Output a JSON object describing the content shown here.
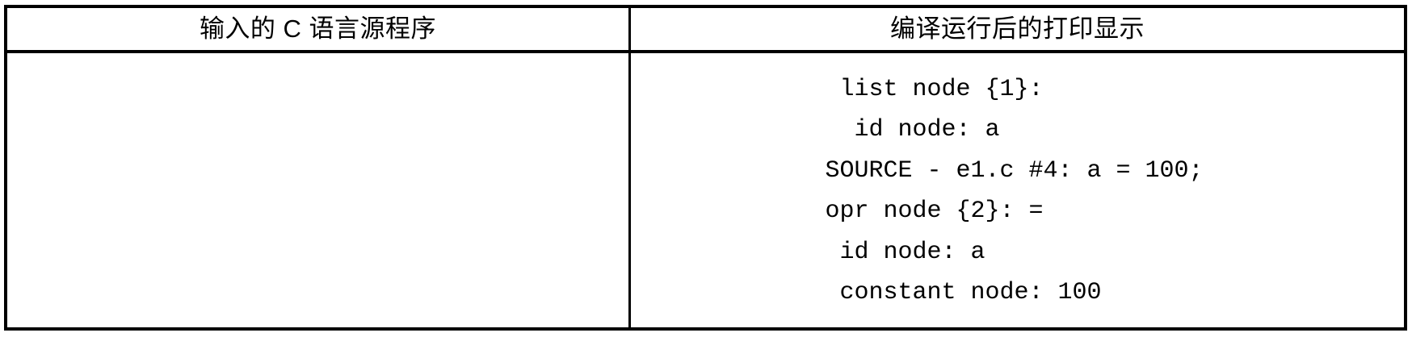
{
  "table": {
    "headers": [
      {
        "label": "输入的 C 语言源程序",
        "name": "source-program-header"
      },
      {
        "label": "编译运行后的打印显示",
        "name": "compiled-output-header"
      }
    ],
    "row": {
      "source_code": "",
      "output_lines": [
        " list node {1}:",
        "  id node: a",
        "SOURCE - e1.c #4: a = 100;",
        "opr node {2}: =",
        " id node: a",
        " constant node: 100"
      ]
    }
  },
  "colors": {
    "border": "#000000",
    "text": "#000000",
    "background": "#ffffff"
  }
}
